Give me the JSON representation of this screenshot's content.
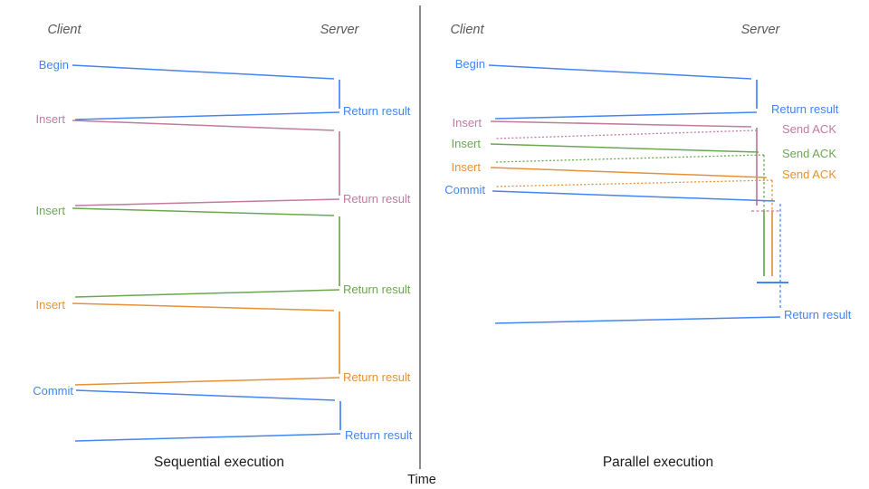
{
  "colors": {
    "blue": "#4285F4",
    "pink": "#C27BA0",
    "green": "#6AA84F",
    "orange": "#E69138",
    "header_gray": "#595959",
    "axis_black": "#3c3c3c"
  },
  "time_axis": {
    "label": "Time"
  },
  "left_panel": {
    "title": "Sequential execution",
    "client_header": "Client",
    "server_header": "Server",
    "operations": [
      {
        "label": "Begin",
        "color": "#4285F4",
        "return_label": "Return result"
      },
      {
        "label": "Insert",
        "color": "#C27BA0",
        "return_label": "Return result"
      },
      {
        "label": "Insert",
        "color": "#6AA84F",
        "return_label": "Return result"
      },
      {
        "label": "Insert",
        "color": "#E69138",
        "return_label": "Return result"
      },
      {
        "label": "Commit",
        "color": "#4285F4",
        "return_label": "Return result"
      }
    ]
  },
  "right_panel": {
    "title": "Parallel execution",
    "client_header": "Client",
    "server_header": "Server",
    "operations": [
      {
        "label": "Begin",
        "color": "#4285F4",
        "response_label": "Return result",
        "response_style": "solid"
      },
      {
        "label": "Insert",
        "color": "#C27BA0",
        "response_label": "Send ACK",
        "response_style": "dotted"
      },
      {
        "label": "Insert",
        "color": "#6AA84F",
        "response_label": "Send ACK",
        "response_style": "dotted"
      },
      {
        "label": "Insert",
        "color": "#E69138",
        "response_label": "Send ACK",
        "response_style": "dotted"
      },
      {
        "label": "Commit",
        "color": "#4285F4",
        "response_label": "Return result",
        "response_style": "queued-then-solid"
      }
    ]
  }
}
